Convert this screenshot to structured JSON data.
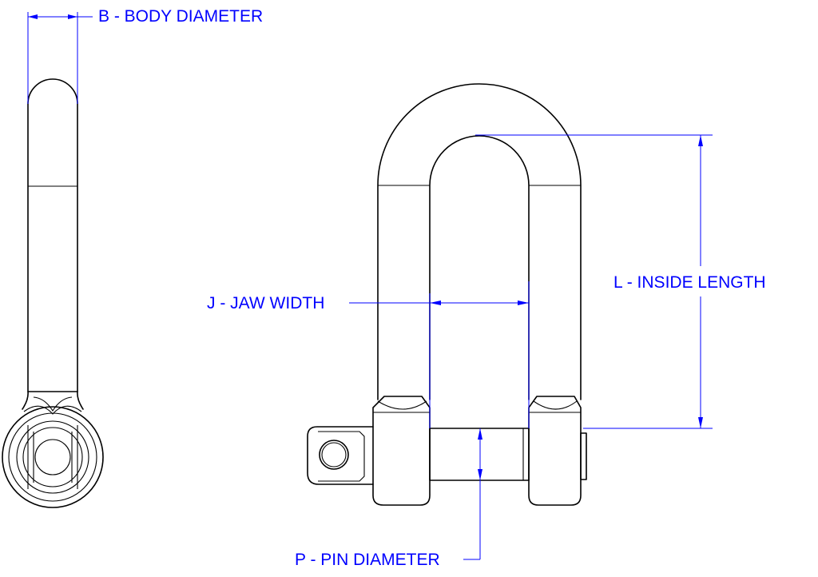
{
  "labels": {
    "body_diameter": "B - BODY DIAMETER",
    "jaw_width": "J - JAW WIDTH",
    "inside_length": "L - INSIDE LENGTH",
    "pin_diameter": "P - PIN DIAMETER"
  },
  "colors": {
    "outline": "#000000",
    "dimension": "#0000ff",
    "background": "#ffffff"
  }
}
